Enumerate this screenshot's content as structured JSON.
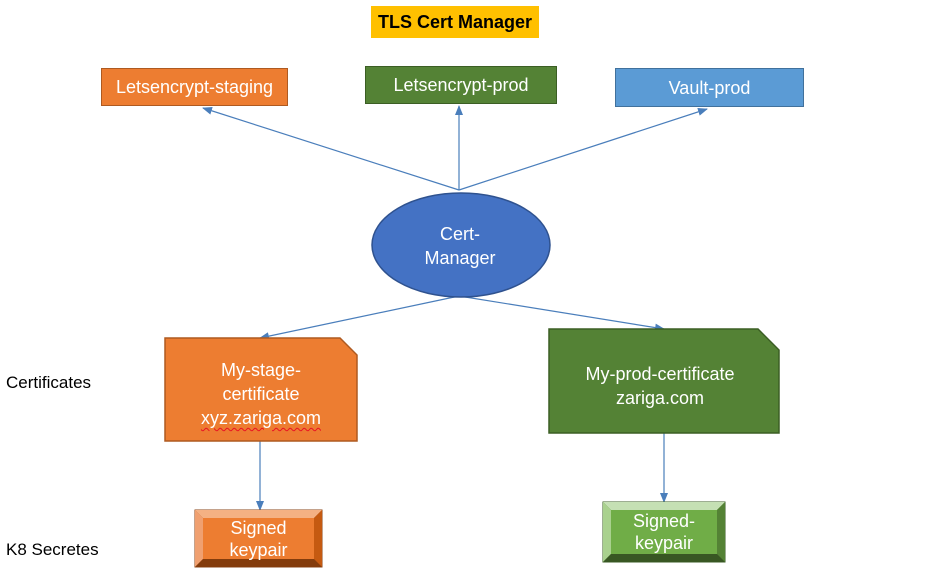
{
  "title": "TLS Cert Manager",
  "issuers": {
    "staging": "Letsencrypt-staging",
    "prod": "Letsencrypt-prod",
    "vault": "Vault-prod"
  },
  "manager": {
    "line1": "Cert-",
    "line2": "Manager"
  },
  "rows": {
    "certificates": "Certificates",
    "secrets": "K8 Secretes"
  },
  "certificates": {
    "stage": {
      "line1": "My-stage-",
      "line2": "certificate",
      "line3": "xyz.zariga.com"
    },
    "prod": {
      "line1": "My-prod-certificate",
      "line2": "zariga.com"
    }
  },
  "secrets": {
    "stage": {
      "line1": "Signed",
      "line2": "keypair"
    },
    "prod": {
      "line1": "Signed-",
      "line2": "keypair"
    }
  },
  "colors": {
    "title_bg": "#ffc000",
    "orange": "#ed7d31",
    "green": "#548235",
    "blue": "#5b9bd5",
    "ellipse": "#4472c4",
    "light_green": "#70ad47",
    "arrow": "#4a7ebb"
  }
}
